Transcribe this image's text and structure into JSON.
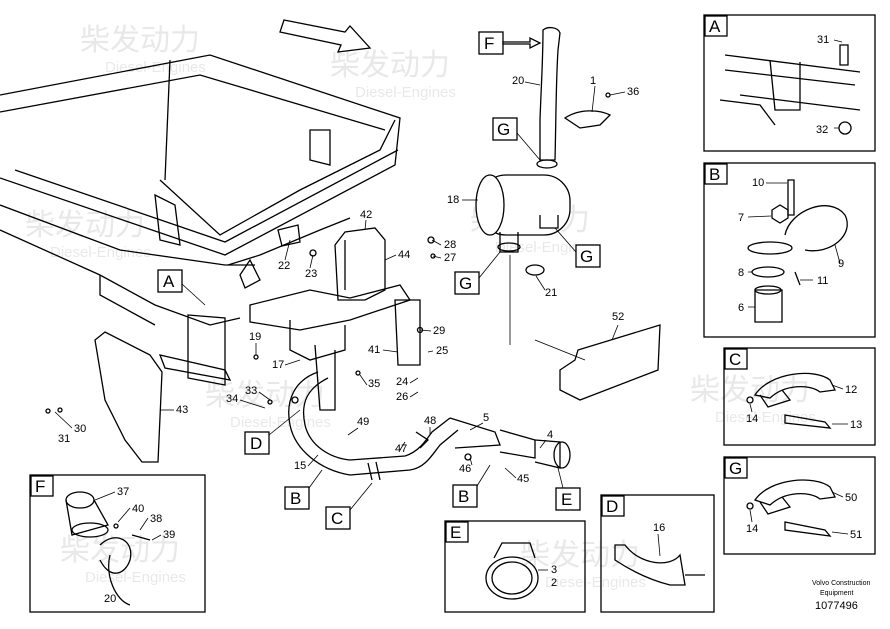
{
  "watermark": {
    "cn": "柴发动力",
    "en": "Diesel-Engines"
  },
  "callouts": [
    {
      "id": "A",
      "text": "A"
    },
    {
      "id": "B1",
      "text": "B"
    },
    {
      "id": "B2",
      "text": "B"
    },
    {
      "id": "C",
      "text": "C"
    },
    {
      "id": "D",
      "text": "D"
    },
    {
      "id": "E",
      "text": "E"
    },
    {
      "id": "F",
      "text": "F"
    },
    {
      "id": "G1",
      "text": "G"
    },
    {
      "id": "G2",
      "text": "G"
    },
    {
      "id": "G3",
      "text": "G"
    }
  ],
  "part_numbers": [
    "1",
    "2",
    "3",
    "4",
    "5",
    "6",
    "7",
    "8",
    "9",
    "10",
    "11",
    "12",
    "13",
    "14",
    "15",
    "16",
    "17",
    "18",
    "19",
    "20",
    "21",
    "22",
    "23",
    "24",
    "25",
    "26",
    "27",
    "28",
    "29",
    "30",
    "31",
    "32",
    "33",
    "34",
    "35",
    "36",
    "37",
    "38",
    "39",
    "40",
    "41",
    "42",
    "43",
    "44",
    "45",
    "46",
    "47",
    "48",
    "49",
    "50",
    "51",
    "52"
  ],
  "detail_panels": {
    "A": {
      "title": "A",
      "parts": [
        "31",
        "32"
      ]
    },
    "B": {
      "title": "B",
      "parts": [
        "10",
        "7",
        "8",
        "6",
        "11",
        "9"
      ]
    },
    "C": {
      "title": "C",
      "parts": [
        "12",
        "14",
        "13"
      ]
    },
    "G": {
      "title": "G",
      "parts": [
        "50",
        "14",
        "51"
      ]
    },
    "F": {
      "title": "F",
      "parts": [
        "37",
        "40",
        "38",
        "39",
        "20"
      ]
    },
    "E": {
      "title": "E",
      "parts": [
        "3",
        "2"
      ]
    },
    "D": {
      "title": "D",
      "parts": [
        "16"
      ]
    }
  },
  "footer": {
    "line1": "Volvo Construction",
    "line2": "Equipment",
    "doc_number": "1077496"
  }
}
